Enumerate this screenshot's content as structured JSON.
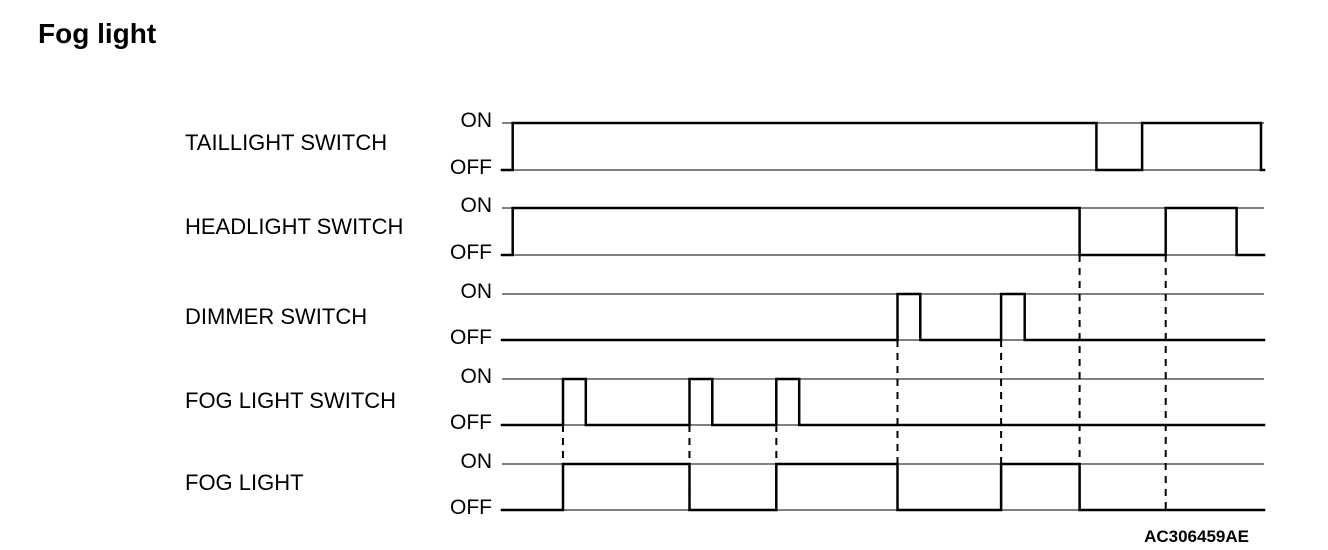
{
  "title": "Fog light",
  "figure_code": "AC306459AE",
  "level_labels": {
    "on": "ON",
    "off": "OFF"
  },
  "signals": [
    {
      "id": "taillight-switch",
      "label": "TAILLIGHT SWITCH",
      "initial": "OFF",
      "transitions": [
        0.014,
        0.78,
        0.84,
        0.996
      ]
    },
    {
      "id": "headlight-switch",
      "label": "HEADLIGHT SWITCH",
      "initial": "OFF",
      "transitions": [
        0.014,
        0.758,
        0.871,
        0.964
      ]
    },
    {
      "id": "dimmer-switch",
      "label": "DIMMER SWITCH",
      "initial": "OFF",
      "transitions": [
        0.519,
        0.549,
        0.655,
        0.686
      ]
    },
    {
      "id": "fog-light-switch",
      "label": "FOG LIGHT SWITCH",
      "initial": "OFF",
      "transitions": [
        0.08,
        0.11,
        0.246,
        0.276,
        0.36,
        0.39
      ]
    },
    {
      "id": "fog-light",
      "label": "FOG LIGHT",
      "initial": "OFF",
      "transitions": [
        0.08,
        0.246,
        0.36,
        0.519,
        0.655,
        0.758
      ]
    }
  ],
  "dashed_markers": [
    {
      "t": 0.08,
      "from": "fog-light-switch",
      "to": "fog-light"
    },
    {
      "t": 0.246,
      "from": "fog-light-switch",
      "to": "fog-light"
    },
    {
      "t": 0.36,
      "from": "fog-light-switch",
      "to": "fog-light"
    },
    {
      "t": 0.519,
      "from": "dimmer-switch",
      "to": "fog-light"
    },
    {
      "t": 0.655,
      "from": "dimmer-switch",
      "to": "fog-light"
    },
    {
      "t": 0.758,
      "from": "headlight-switch",
      "to": "fog-light"
    },
    {
      "t": 0.871,
      "from": "headlight-switch",
      "to": "fog-light"
    }
  ]
}
